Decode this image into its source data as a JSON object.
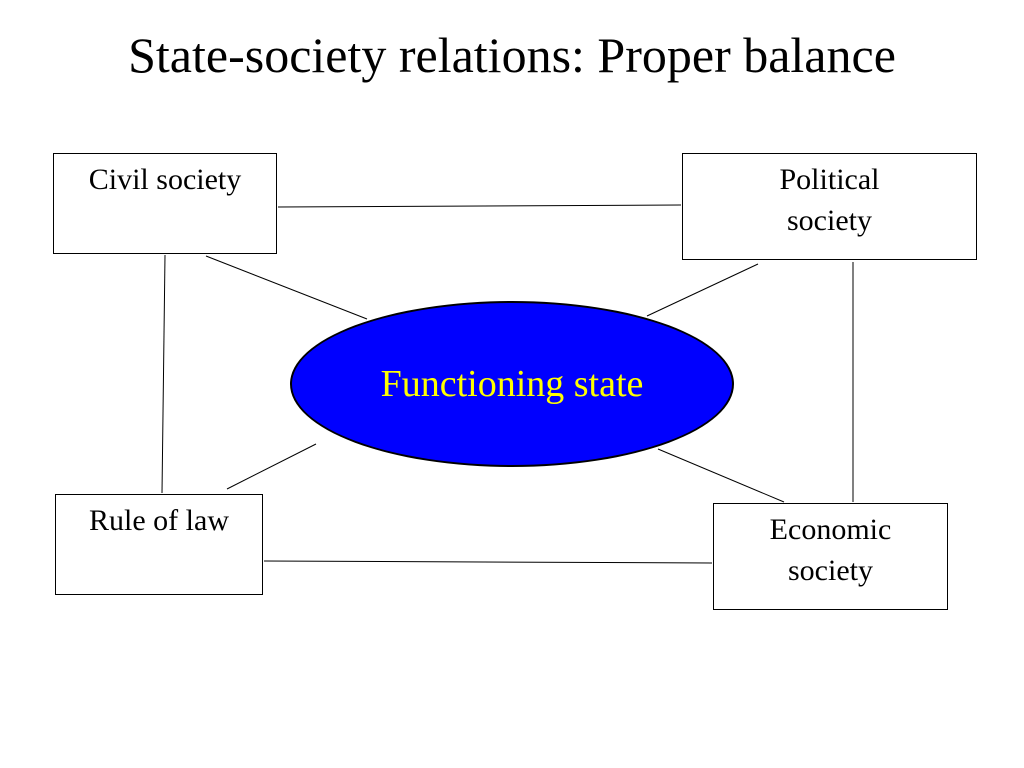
{
  "title": "State-society relations: Proper balance",
  "nodes": {
    "civil_society": "Civil society",
    "political_society": "Political society",
    "rule_of_law": "Rule of law",
    "economic_society": "Economic society",
    "functioning_state": "Functioning state"
  },
  "colors": {
    "ellipse_fill": "#0000ff",
    "ellipse_text": "#ffff00",
    "line": "#000000"
  }
}
